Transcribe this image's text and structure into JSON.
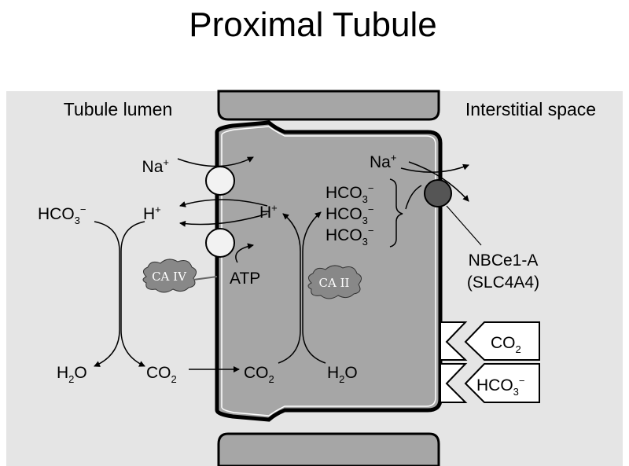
{
  "title": "Proximal Tubule",
  "regions": {
    "lumen": "Tubule lumen",
    "interstitium": "Interstitial space"
  },
  "lumen_side": {
    "na": "Na",
    "na_charge": "+",
    "h": "H",
    "h_charge": "+",
    "hco3": "HCO",
    "hco3_sub": "3",
    "hco3_charge": "−",
    "h2o_a": "H",
    "h2o_sub": "2",
    "h2o_b": "O",
    "co2": "CO",
    "co2_sub": "2",
    "enzyme": "CA IV"
  },
  "cell": {
    "h": "H",
    "h_charge": "+",
    "atp": "ATP",
    "co2": "CO",
    "co2_sub": "2",
    "h2o_a": "H",
    "h2o_sub": "2",
    "h2o_b": "O",
    "enzyme": "CA II",
    "hco3_list": [
      {
        "base": "HCO",
        "sub": "3",
        "charge": "−"
      },
      {
        "base": "HCO",
        "sub": "3",
        "charge": "−"
      },
      {
        "base": "HCO",
        "sub": "3",
        "charge": "−"
      }
    ],
    "na": "Na",
    "na_charge": "+"
  },
  "transporter": {
    "name": "NBCe1-A",
    "gene": "(SLC4A4)"
  },
  "exits": {
    "co2": "CO",
    "co2_sub": "2",
    "hco3": "HCO",
    "hco3_sub": "3",
    "hco3_charge": "−"
  },
  "colors": {
    "lumen_bg": "#e5e5e5",
    "cell_fill": "#a6a6a6",
    "membrane": "#000000",
    "nbc_fill": "#555555",
    "enzyme_fill": "#888888",
    "pore_fill": "#f2f2f2"
  }
}
